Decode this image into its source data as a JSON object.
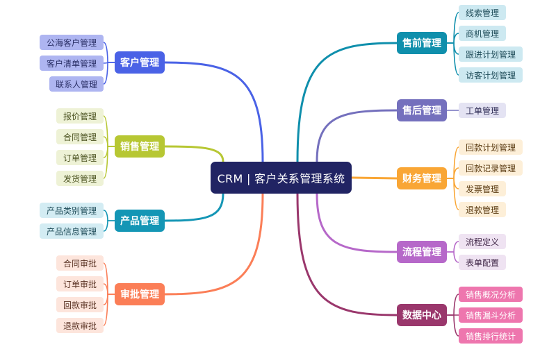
{
  "root": {
    "label": "CRM | 客户关系管理系统",
    "color": "#212463"
  },
  "branches": [
    {
      "id": "customer",
      "label": "客户管理",
      "side": "left",
      "color": "#4a62e6",
      "leaf_bg": "#aeb5f1",
      "leaf_fg": "#2a2f66",
      "leaves": [
        "公海客户管理",
        "客户清单管理",
        "联系人管理"
      ]
    },
    {
      "id": "sales",
      "label": "销售管理",
      "side": "left",
      "color": "#b7c733",
      "leaf_bg": "#eef2d6",
      "leaf_fg": "#4b5220",
      "leaves": [
        "报价管理",
        "合同管理",
        "订单管理",
        "发货管理"
      ]
    },
    {
      "id": "product",
      "label": "产品管理",
      "side": "left",
      "color": "#1496b5",
      "leaf_bg": "#d3ecf3",
      "leaf_fg": "#1d4a57",
      "leaves": [
        "产品类别管理",
        "产品信息管理"
      ]
    },
    {
      "id": "approval",
      "label": "审批管理",
      "side": "left",
      "color": "#fb7e57",
      "leaf_bg": "#fde5dc",
      "leaf_fg": "#5a3324",
      "leaves": [
        "合同审批",
        "订单审批",
        "回款审批",
        "退款审批"
      ]
    },
    {
      "id": "presale",
      "label": "售前管理",
      "side": "right",
      "color": "#0f8fac",
      "leaf_bg": "#cde9f1",
      "leaf_fg": "#1d4a57",
      "leaves": [
        "线索管理",
        "商机管理",
        "跟进计划管理",
        "访客计划管理"
      ]
    },
    {
      "id": "aftersale",
      "label": "售后管理",
      "side": "right",
      "color": "#7470bd",
      "leaf_bg": "#e4e3f3",
      "leaf_fg": "#2e2c55",
      "leaves": [
        "工单管理"
      ]
    },
    {
      "id": "finance",
      "label": "财务管理",
      "side": "right",
      "color": "#f9a635",
      "leaf_bg": "#fdefd8",
      "leaf_fg": "#5a3b12",
      "leaves": [
        "回款计划管理",
        "回款记录管理",
        "发票管理",
        "退款管理"
      ]
    },
    {
      "id": "process",
      "label": "流程管理",
      "side": "right",
      "color": "#b668c9",
      "leaf_bg": "#efe3f2",
      "leaf_fg": "#3e2545",
      "leaves": [
        "流程定义",
        "表单配置"
      ]
    },
    {
      "id": "data",
      "label": "数据中心",
      "side": "right",
      "color": "#9a376c",
      "leaf_bg": "#ee76ae",
      "leaf_fg": "#ffffff",
      "leaves": [
        "销售概况分析",
        "销售漏斗分析",
        "销售排行统计"
      ]
    }
  ]
}
